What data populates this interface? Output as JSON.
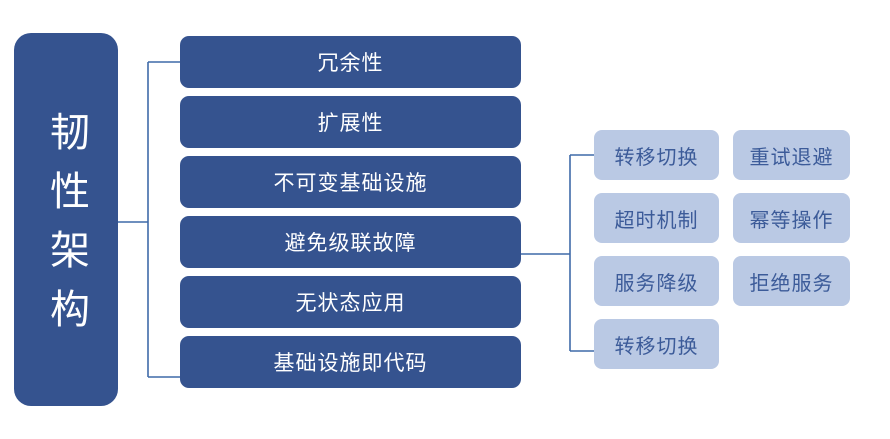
{
  "diagram": {
    "title": "韧性架构",
    "colors": {
      "node_dark": "#35538f",
      "node_light": "#bac9e4",
      "light_text": "#3c5b99",
      "dark_text": "#ffffff",
      "connector": "#3f6aa8",
      "background": "#ffffff"
    },
    "root": {
      "label": "韧性架构"
    },
    "primary_nodes": [
      {
        "label": "冗余性"
      },
      {
        "label": "扩展性"
      },
      {
        "label": "不可变基础设施"
      },
      {
        "label": "避免级联故障"
      },
      {
        "label": "无状态应用"
      },
      {
        "label": "基础设施即代码"
      }
    ],
    "secondary_left": [
      {
        "label": "转移切换"
      },
      {
        "label": "超时机制"
      },
      {
        "label": "服务降级"
      },
      {
        "label": "转移切换"
      }
    ],
    "secondary_right": [
      {
        "label": "重试退避"
      },
      {
        "label": "幂等操作"
      },
      {
        "label": "拒绝服务"
      }
    ]
  }
}
